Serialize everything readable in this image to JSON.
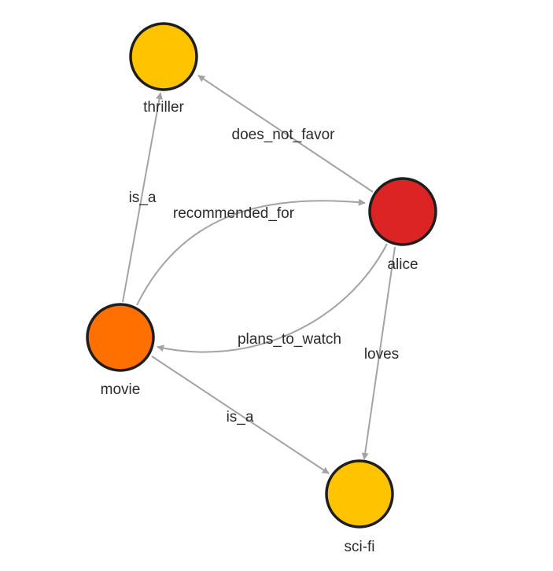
{
  "nodes": {
    "thriller": {
      "label": "thriller",
      "color": "#FFC300"
    },
    "alice": {
      "label": "alice",
      "color": "#DC2424"
    },
    "movie": {
      "label": "movie",
      "color": "#FF7000"
    },
    "scifi": {
      "label": "sci-fi",
      "color": "#FFC300"
    }
  },
  "edges": {
    "alice_thriller": {
      "label": "does_not_favor"
    },
    "movie_thriller": {
      "label": "is_a"
    },
    "movie_alice": {
      "label": "recommended_for"
    },
    "alice_movie": {
      "label": "plans_to_watch"
    },
    "alice_scifi": {
      "label": "loves"
    },
    "movie_scifi": {
      "label": "is_a"
    }
  },
  "colors": {
    "edge": "#a3a3a3",
    "node_outline": "#1e1e1e"
  }
}
